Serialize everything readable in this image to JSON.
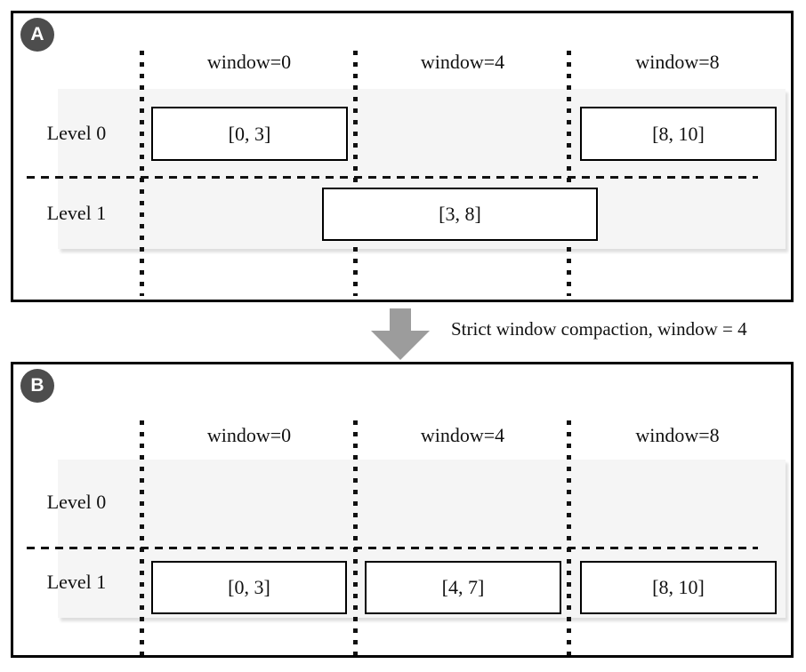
{
  "panels": {
    "a": {
      "badge": "A",
      "window_labels": [
        "window=0",
        "window=4",
        "window=8"
      ],
      "level_labels": [
        "Level 0",
        "Level 1"
      ],
      "boxes": [
        {
          "label": "[0, 3]",
          "level": "Level 0",
          "window": "window=0"
        },
        {
          "label": "[8, 10]",
          "level": "Level 0",
          "window": "window=8"
        },
        {
          "label": "[3, 8]",
          "level": "Level 1",
          "window": "spans window=4 through window=8"
        }
      ]
    },
    "b": {
      "badge": "B",
      "window_labels": [
        "window=0",
        "window=4",
        "window=8"
      ],
      "level_labels": [
        "Level 0",
        "Level 1"
      ],
      "boxes": [
        {
          "label": "[0, 3]",
          "level": "Level 1",
          "window": "window=0"
        },
        {
          "label": "[4, 7]",
          "level": "Level 1",
          "window": "window=4"
        },
        {
          "label": "[8, 10]",
          "level": "Level 1",
          "window": "window=8"
        }
      ]
    }
  },
  "transform": {
    "caption": "Strict window compaction, window = 4",
    "arrow_icon": "down-arrow"
  },
  "colors": {
    "badge": "#4d4d4d",
    "band": "#f5f5f5",
    "arrow": "#9c9c9c",
    "line": "#111111"
  }
}
